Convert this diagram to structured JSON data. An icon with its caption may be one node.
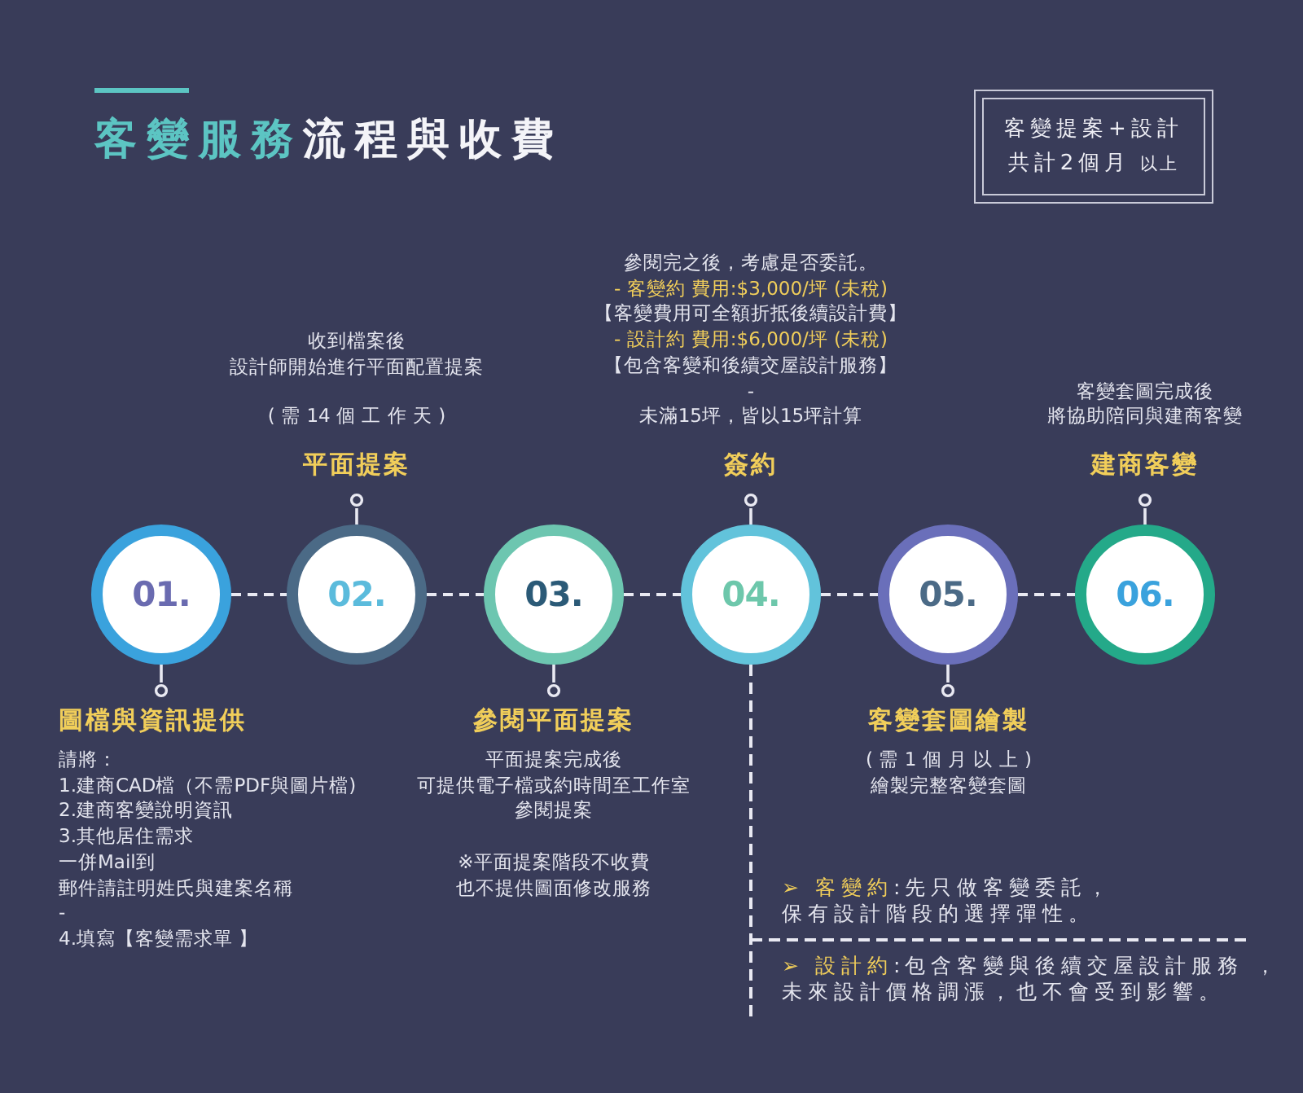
{
  "diagram": {
    "title": "**客變服務**流程與收費",
    "nodes": [
      {
        "text": [
          "客變提案+設計",
          "共計2個月",
          "以上"
        ]
      },
      {
        "text": [
          "收到檔案後",
          "設計師開始進行平面配置提案",
          "( 需 14 個 工 作 天 )",
          "平面提案"
        ]
      },
      {
        "text": [
          "參閱完之後，考慮是否委託。",
          "- 客變約 費用:$3,000/坪 (未稅)",
          "【客變費用可全額折抵後續設計費】",
          "- 設計約 費用:$6,000/坪 (未稅)",
          "【包含客變和後續交屋設計服務】",
          "-",
          "未滿15坪，皆以15坪計算",
          "簽約"
        ]
      },
      {
        "text": [
          "客變套圖完成後",
          "將協助陪同與建商客變",
          "建商客變"
        ]
      },
      {
        "text": [
          "01."
        ]
      },
      {
        "text": [
          "02."
        ]
      },
      {
        "text": [
          "03."
        ]
      },
      {
        "text": [
          "04."
        ]
      },
      {
        "text": [
          "05."
        ]
      },
      {
        "text": [
          "06."
        ]
      },
      {
        "text": [
          "圖檔與資訊提供",
          "請將：",
          "1.建商CAD檔（不需PDF與圖片檔)",
          "2.建商客變說明資訊",
          "3.其他居住需求",
          "一併Mail到",
          "郵件請註明姓氏與建案名稱",
          "-",
          "4.填寫【客變需求單 】"
        ]
      },
      {
        "text": [
          "參閱平面提案",
          "平面提案完成後",
          "可提供電子檔或約時間至工作室",
          "參閱提案",
          "※平面提案階段不收費",
          "也不提供圖面修改服務"
        ]
      },
      {
        "text": [
          "客變套圖繪製",
          "( 需 1 個 月 以 上 )",
          "繪製完整客變套圖"
        ]
      }
    ],
    "edges": [
      {
        "from": 4,
        "to": 5,
        "arrow": "none",
        "style": "dashed"
      },
      {
        "from": 5,
        "to": 6,
        "arrow": "none",
        "style": "dashed"
      },
      {
        "from": 6,
        "to": 7,
        "arrow": "none",
        "style": "dashed"
      },
      {
        "from": 7,
        "to": 8,
        "arrow": "none",
        "style": "dashed"
      },
      {
        "from": 8,
        "to": 9,
        "arrow": "none",
        "style": "dashed"
      },
      {
        "from": 4,
        "to": 10,
        "arrow": "other"
      },
      {
        "from": 5,
        "to": 1,
        "arrow": "other"
      },
      {
        "from": 6,
        "to": 11,
        "arrow": "other"
      },
      {
        "from": 7,
        "to": 2,
        "arrow": "other"
      },
      {
        "from": 8,
        "to": 12,
        "arrow": "other"
      },
      {
        "from": 9,
        "to": 3,
        "arrow": "other"
      }
    ],
    "labels": [
      "**➢ 客變約**:先只做客變委託，",
      "保有設計階段的選擇彈性。",
      "**➢ 設計約**:包含客變與後續交屋設計服務 ，",
      "未來設計價格調漲，也不會受到影響。"
    ]
  }
}
